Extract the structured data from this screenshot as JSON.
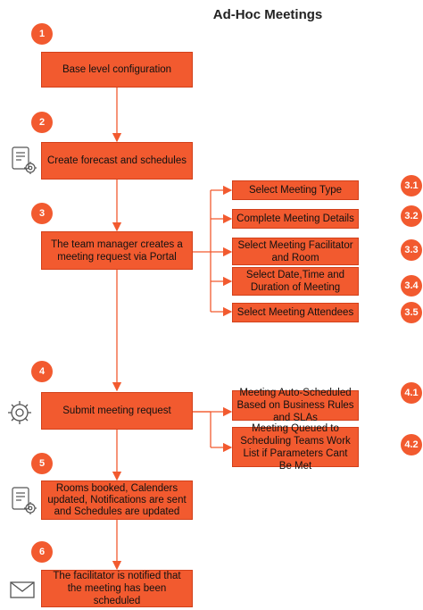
{
  "title": "Ad-Hoc Meetings",
  "colors": {
    "box": "#f25a2f",
    "line": "#f25a2f"
  },
  "steps": [
    {
      "number": "1",
      "label": "Base level configuration"
    },
    {
      "number": "2",
      "label": "Create forecast and schedules",
      "icon": "schedule-document-gear-icon"
    },
    {
      "number": "3",
      "label": "The team manager creates a meeting request via Portal"
    },
    {
      "number": "4",
      "label": "Submit meeting request",
      "icon": "gear-icon"
    },
    {
      "number": "5",
      "label": "Rooms booked, Calenders updated, Notifications are sent and Schedules are updated",
      "icon": "schedule-document-gear-icon"
    },
    {
      "number": "6",
      "label": "The facilitator is notified that the meeting has been scheduled",
      "icon": "envelope-icon"
    }
  ],
  "substeps_3": [
    {
      "number": "3.1",
      "label": "Select Meeting Type"
    },
    {
      "number": "3.2",
      "label": "Complete Meeting Details"
    },
    {
      "number": "3.3",
      "label": "Select Meeting Facilitator and Room"
    },
    {
      "number": "3.4",
      "label": "Select Date,Time and Duration of Meeting"
    },
    {
      "number": "3.5",
      "label": "Select Meeting Attendees"
    }
  ],
  "substeps_4": [
    {
      "number": "4.1",
      "label": "Meeting Auto-Scheduled Based on Business Rules and SLAs"
    },
    {
      "number": "4.2",
      "label": "Meeting Queued to Scheduling Teams Work List if Parameters Cant Be Met"
    }
  ]
}
